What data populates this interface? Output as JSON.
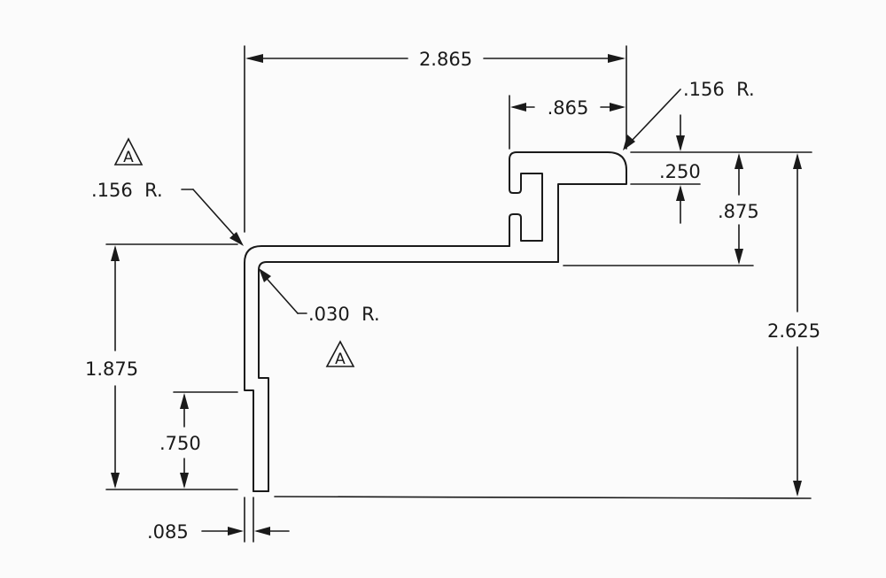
{
  "dimensions": {
    "overall_width": "2.865",
    "upper_lip_width": ".865",
    "top_radius": ".156  R.",
    "lip_thickness": ".250",
    "lip_height": ".875",
    "overall_height": "2.625",
    "corner_radius": ".156  R.",
    "inner_radius": ".030  R.",
    "leg_height": "1.875",
    "foot_height": ".750",
    "wall_thickness": ".085"
  },
  "datum_marks": {
    "upper_left": "A",
    "center": "A"
  },
  "colors": {
    "line": "#1a1a1a",
    "paper": "#fbfbfb"
  }
}
